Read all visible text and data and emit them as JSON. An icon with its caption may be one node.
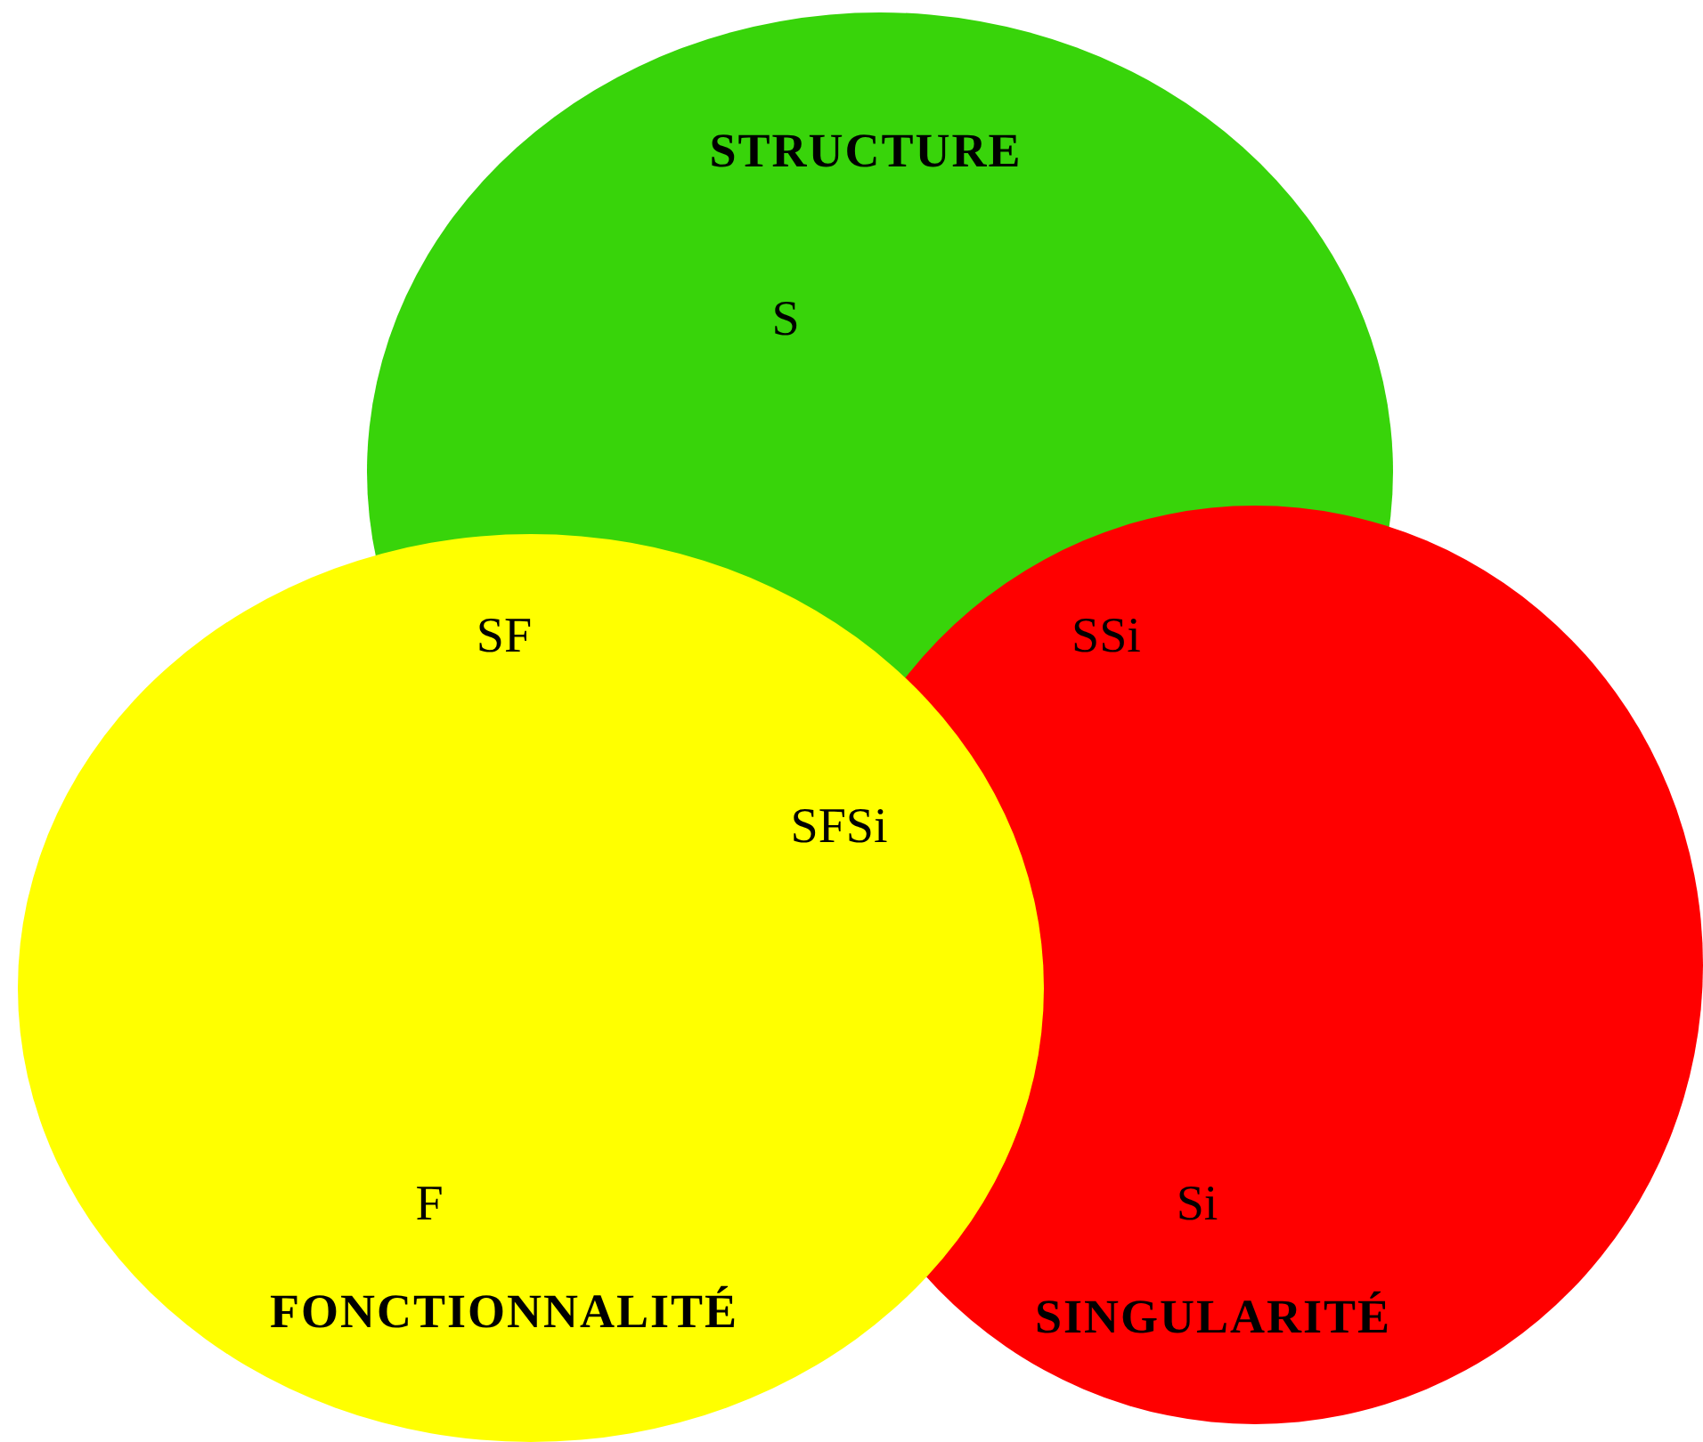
{
  "diagram": {
    "nodes": [
      {
        "text": [
          "STRUCTURE",
          "S"
        ]
      },
      {
        "text": [
          "F",
          "FONCTIONNALITÉ"
        ]
      },
      {
        "text": [
          "Si",
          "SINGULARITÉ"
        ]
      }
    ],
    "edges": [],
    "labels": [
      "SF",
      "SSi",
      "SFSi"
    ]
  }
}
